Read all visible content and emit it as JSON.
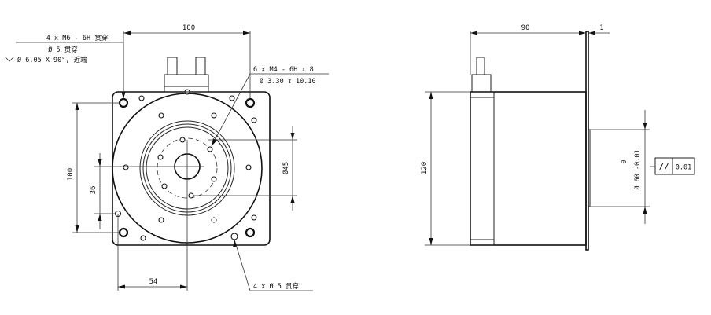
{
  "front_view": {
    "callout_tapped_holes": {
      "line1": "4 x M6 - 6H 贯穿",
      "line2": "Ø 5 贯穿",
      "line3": "Ø 6.05 X 90°, 近端"
    },
    "callout_center_holes": {
      "line1": "6 x M4 - 6H ↧ 8",
      "line2": "Ø 3.30 ↧ 10.10"
    },
    "callout_through_holes": "4 x Ø 5 贯穿",
    "dim_width": "100",
    "dim_height": "100",
    "dim_36": "36",
    "dim_54": "54",
    "dim_dia_45": "Ø45"
  },
  "side_view": {
    "dim_length": "90",
    "dim_flange": "1",
    "dim_height": "120",
    "dim_dia_60": "Ø 60 -0.01",
    "dim_dia_60_upper": "0",
    "tolerance_symbol": "//",
    "tolerance_value": "0.01"
  }
}
